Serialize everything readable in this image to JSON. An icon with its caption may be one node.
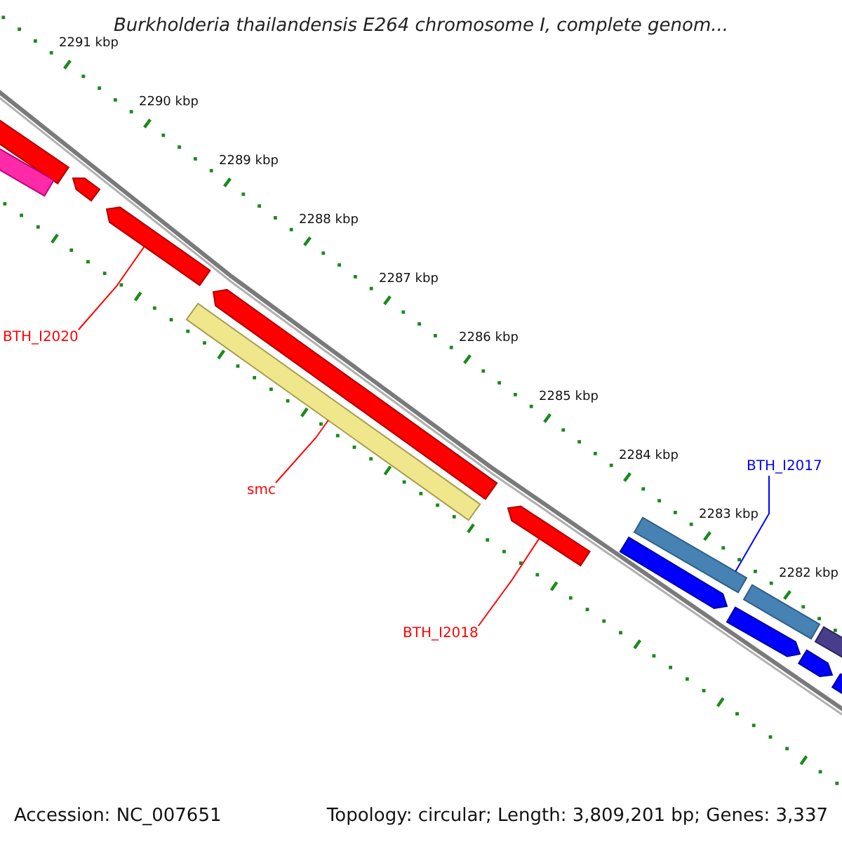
{
  "diagram": {
    "title": "Burkholderia thailandensis E264 chromosome I, complete genom...",
    "nodes": [
      {
        "text": [],
        "shape": "bar"
      },
      {
        "text": [],
        "shape": "bar"
      },
      {
        "text": [],
        "shape": "bar"
      },
      {
        "text": [],
        "shape": "bar"
      },
      {
        "text": [
          "BTH_I2020"
        ]
      },
      {
        "text": [],
        "shape": "bar"
      },
      {
        "text": [],
        "shape": "bar"
      },
      {
        "text": [
          "BTH_I2017"
        ]
      },
      {
        "text": [
          "smc"
        ]
      },
      {
        "text": [],
        "shape": "bar"
      },
      {
        "text": [],
        "shape": "bar"
      },
      {
        "text": [],
        "shape": "bar"
      },
      {
        "text": [],
        "shape": "bar"
      },
      {
        "text": [],
        "shape": "bar"
      },
      {
        "text": [],
        "shape": "bar"
      },
      {
        "text": [],
        "shape": "bar"
      },
      {
        "text": [
          "BTH_I2018"
        ]
      },
      {
        "text": [],
        "shape": "bar"
      }
    ],
    "edges": [
      {
        "from": 4,
        "to": 3,
        "arrow": "none",
        "color": "#ff0000"
      },
      {
        "from": 7,
        "to": 10,
        "arrow": "none",
        "color": "#0000ff"
      },
      {
        "from": 8,
        "to": 6,
        "arrow": "none",
        "color": "#ff0000"
      },
      {
        "from": 16,
        "to": 9,
        "arrow": "none",
        "color": "#ff0000"
      }
    ],
    "labels": [
      "2291 kbp",
      "2290 kbp",
      "2289 kbp",
      "2288 kbp",
      "2287 kbp",
      "2286 kbp",
      "2285 kbp",
      "2284 kbp",
      "2283 kbp",
      "2282 kbp",
      "Accession: NC_007651",
      "Topology: circular; Length: 3,809,201 bp; Genes: 3,337"
    ]
  }
}
